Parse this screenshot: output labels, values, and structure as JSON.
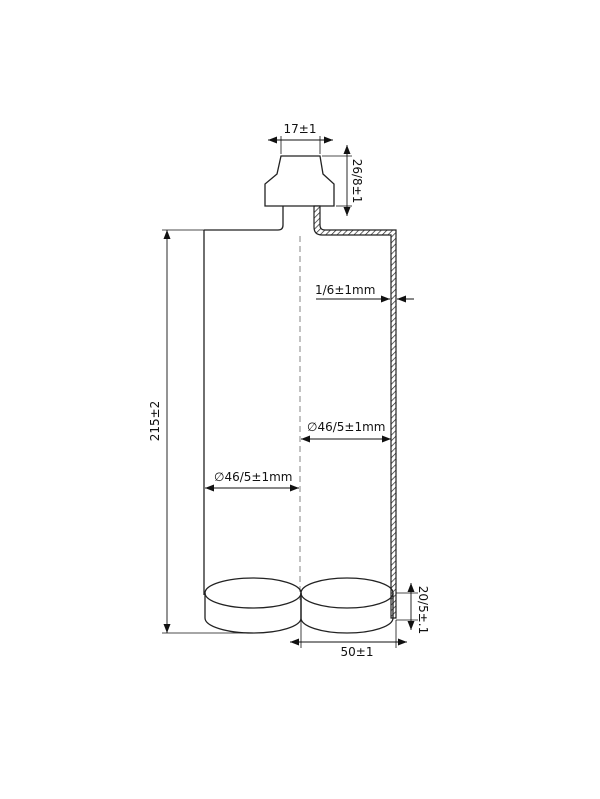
{
  "dimensions": {
    "nozzle_width": "17±1",
    "nozzle_height": "26/8±1",
    "wall_thickness": "1/6±1mm",
    "inner_diameter_right": "∅46/5±1mm",
    "inner_diameter_left": "∅46/5±1mm",
    "overall_height": "215±2",
    "piston_height": "20/5±.1",
    "half_width": "50±1"
  }
}
